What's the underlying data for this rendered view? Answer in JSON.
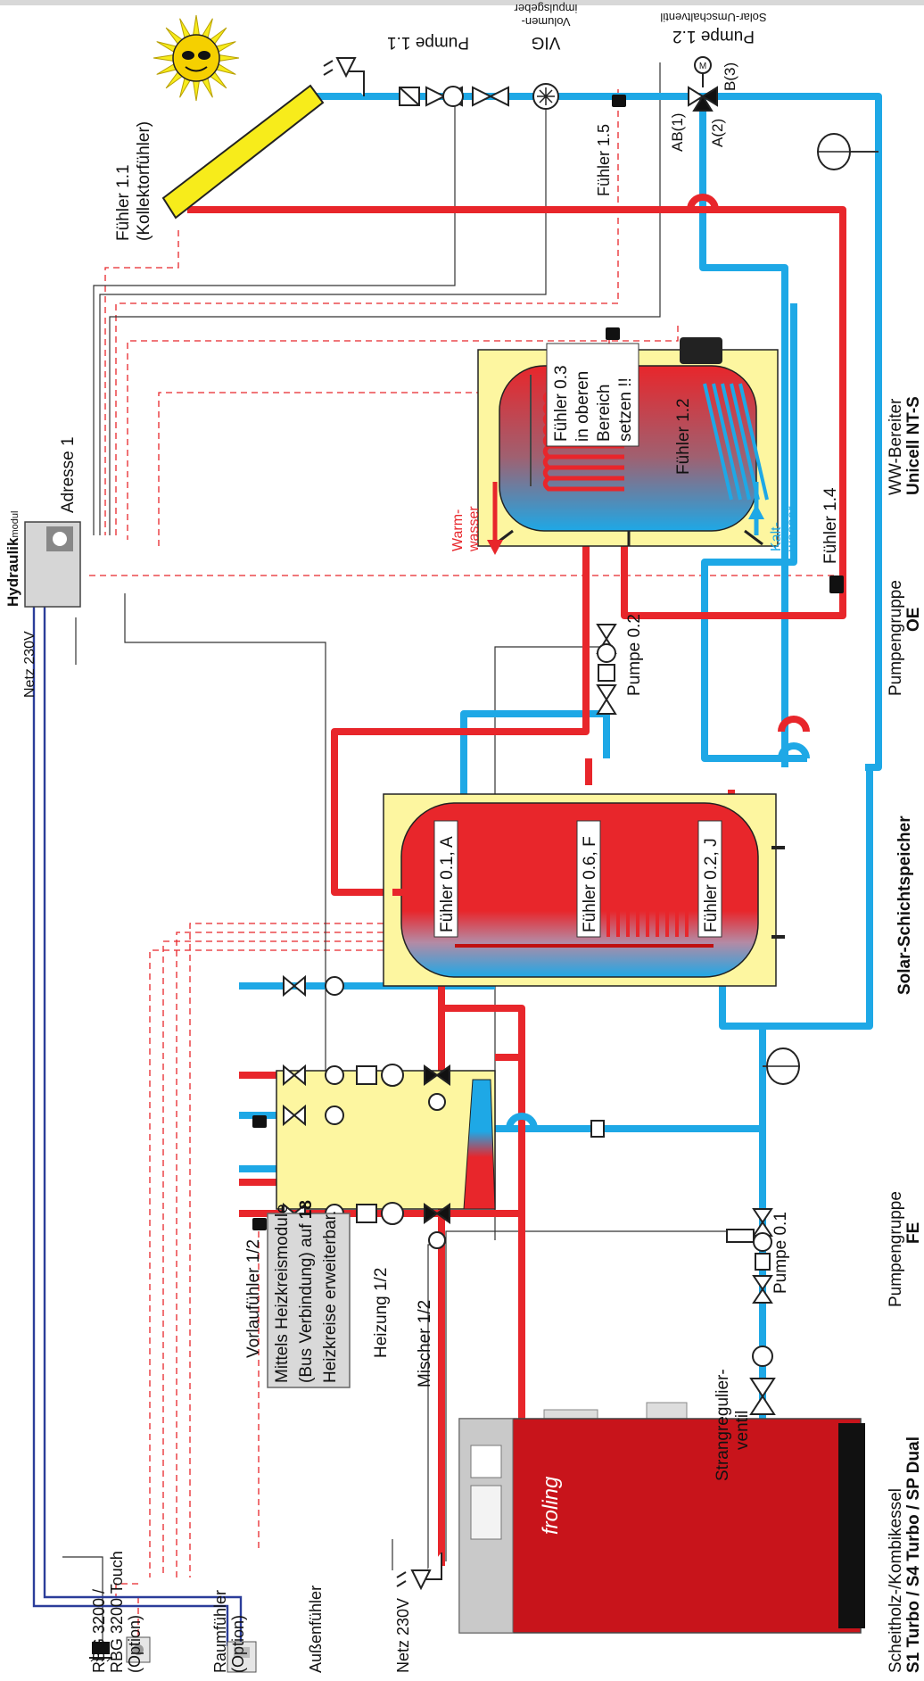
{
  "colors": {
    "hot": "#e8262b",
    "cold": "#1ea8e6",
    "sensor_line": "#e8262b",
    "wire": "#333333",
    "bus": "#2b3d9a",
    "panel": "#fdf6a0",
    "boiler": "#c8141b"
  },
  "labels": {
    "pumpe_1_1": "Pumpe 1.1",
    "vig": "VIG",
    "volumen": "Volumen-",
    "impulsgeber": "impulsgeber",
    "solar_umschalt": "Solar-Umschaltventil",
    "pumpe_1_2": "Pumpe 1.2",
    "b3": "B(3)",
    "ab1": "AB(1)",
    "a2": "A(2)",
    "fuehler_1_5": "Fühler 1.5",
    "fuehler_1_1": "Fühler 1.1",
    "kollektorfuehler": "(Kollektorfühler)",
    "hydraulik": "Hydraulik",
    "modul": "modul",
    "adresse_1": "Adresse 1",
    "netz_230v": "Netz 230V",
    "netz_230v_2": "Netz 230V",
    "fuehler_0_3_line1": "Fühler 0.3",
    "fuehler_0_3_line2": "in oberen",
    "fuehler_0_3_line3": "Bereich",
    "fuehler_0_3_line4": "setzen !!",
    "fuehler_1_2": "Fühler 1.2",
    "fuehler_1_4": "Fühler 1.4",
    "warm1": "Warm-",
    "warm2": "wasser",
    "kalt1": "Kalt-",
    "kalt2": "wasser",
    "pumpe_0_2": "Pumpe 0.2",
    "fuehler_0_1": "Fühler 0.1, A",
    "fuehler_0_6": "Fühler 0.6, F",
    "fuehler_0_2": "Fühler 0.2, J",
    "vorlauffuehler": "Vorlaufühler 1/2",
    "heizkreis_line1": "Mittels Heizkreismodule",
    "heizkreis_line2_a": "(Bus Verbindung) auf ",
    "heizkreis_line2_b": "18",
    "heizkreis_line3": "Heizkreise erweiterbar.",
    "heizung": "Heizung 1/2",
    "mischer": "Mischer 1/2",
    "pumpe_0_1": "Pumpe 0.1",
    "strang1": "Strangregulier-",
    "strang2": "ventil",
    "rbg1": "RBG 3200 /",
    "rbg2": "RBG 3200 Touch",
    "rbg3": "(Option)",
    "raum1": "Raumfühler",
    "raum2": "(Option)",
    "aussen": "Außenfühler",
    "froling": "froling",
    "cap_kessel_1": "Scheitholz-/Kombikessel",
    "cap_kessel_2": "S1 Turbo / S4 Turbo / SP Dual",
    "cap_fe_1": "Pumpengruppe",
    "cap_fe_2": "FE",
    "cap_speicher": "Solar-Schichtspeicher",
    "cap_oe_1": "Pumpengruppe",
    "cap_oe_2": "OE",
    "cap_ww_1": "WW-Bereiter",
    "cap_ww_2": "Unicell NT-S"
  }
}
